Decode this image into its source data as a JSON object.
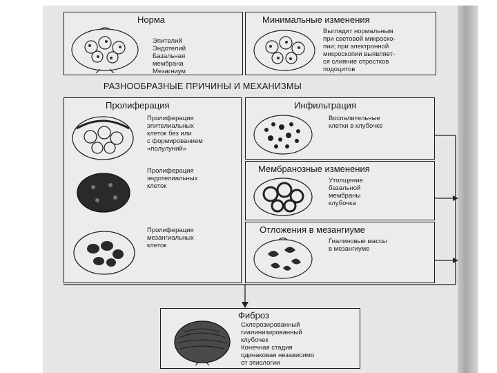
{
  "norma": {
    "title": "Норма",
    "labels": [
      "Эпителий",
      "Эндотелий",
      "Базальная",
      "мембрана",
      "Мезагниум"
    ]
  },
  "minimal": {
    "title": "Минимальные изменения",
    "lines": [
      "Выглядит нормальным",
      "при световой микроско-",
      "пии; при электронной",
      "микроскопии выявляет-",
      "ся слияние отростков",
      "подоцитов"
    ]
  },
  "banner": "РАЗНООБРАЗНЫЕ ПРИЧИНЫ И МЕХАНИЗМЫ",
  "proliferation": {
    "title": "Пролиферация",
    "items": [
      {
        "lines": [
          "Пролиферация",
          "эпителиальных",
          "клеток без или",
          "с формированием",
          "«полулуний»"
        ]
      },
      {
        "lines": [
          "Пролиферация",
          "эндотелиальных",
          "клеток"
        ]
      },
      {
        "lines": [
          "Пролиферация",
          "мезангиальных",
          "клеток"
        ]
      }
    ]
  },
  "infiltration": {
    "title": "Инфильтрация",
    "lines": [
      "Воспалительные",
      "клетки в клубочке"
    ]
  },
  "membranous": {
    "title": "Мембранозные изменения",
    "lines": [
      "Утолщение",
      "базальной",
      "мембраны",
      "клубочка"
    ]
  },
  "mesangium": {
    "title": "Отложения в мезангиуме",
    "lines": [
      "Гиалиновые массы",
      "в мезангиуме"
    ]
  },
  "fibrosis": {
    "title": "Фиброз",
    "lines": [
      "Склерозированный",
      "гиалинизированный",
      "клубочек",
      "Конечная стадия",
      "одинаковая независимо",
      "от этиологии"
    ]
  }
}
